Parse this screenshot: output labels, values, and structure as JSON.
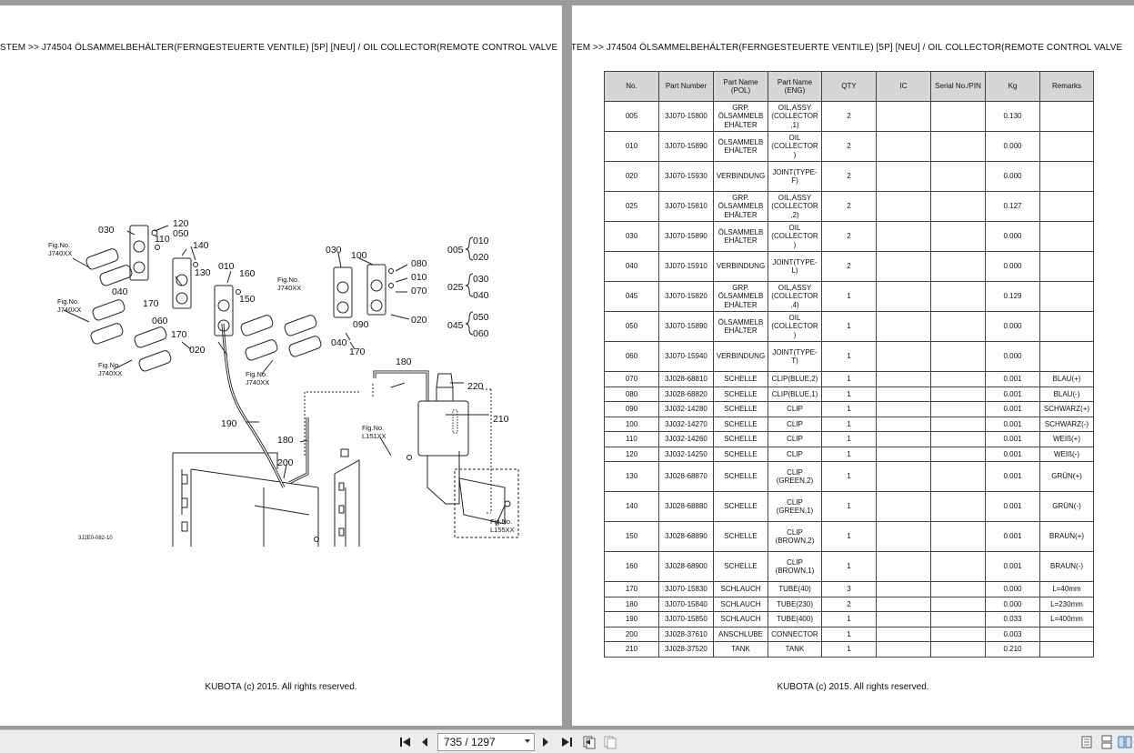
{
  "header_text": "STEM >> J74504   ÖLSAMMELBEHÄLTER(FERNGESTEUERTE VENTILE) [5P] [NEU] / OIL COLLECTOR(REMOTE CONTROL VALVE",
  "footer_text": "KUBOTA (c) 2015. All rights reserved.",
  "diagram": {
    "callouts": [
      "030",
      "120",
      "050",
      "110",
      "140",
      "130",
      "010",
      "160",
      "150",
      "040",
      "170",
      "060",
      "170",
      "020",
      "030",
      "100",
      "080",
      "010",
      "070",
      "090",
      "020",
      "040",
      "170",
      "180",
      "190",
      "180",
      "200",
      "220",
      "210"
    ],
    "group_labels": [
      {
        "main": "005",
        "subs": [
          "010",
          "020"
        ]
      },
      {
        "main": "025",
        "subs": [
          "030",
          "040"
        ]
      },
      {
        "main": "045",
        "subs": [
          "050",
          "060"
        ]
      }
    ],
    "fig_refs": [
      {
        "line1": "Fig.No.",
        "line2": "J740XX"
      },
      {
        "line1": "Fig.No.",
        "line2": "J740XX"
      },
      {
        "line1": "Fig.No.",
        "line2": "J740XX"
      },
      {
        "line1": "Fig.No.",
        "line2": "J740XX"
      },
      {
        "line1": "Fig.No.",
        "line2": "J740XX"
      },
      {
        "line1": "Fig.No.",
        "line2": "L151XX"
      },
      {
        "line1": "Fig.No.",
        "line2": "L155XX"
      }
    ],
    "drawing_code": "3J2E0-082-10"
  },
  "table": {
    "headers": [
      "No.",
      "Part Number",
      "Part Name (POL)",
      "Part Name (ENG)",
      "QTY",
      "IC",
      "Serial No./PIN",
      "Kg",
      "Remarks"
    ],
    "rows": [
      {
        "no": "005",
        "pn": "3J070-15800",
        "pol": "GRP. ÖLSAMMELB EHÄLTER",
        "eng": "OIL,ASSY (COLLECTOR ,1)",
        "qty": "2",
        "ic": "",
        "sn": "",
        "kg": "0.130",
        "rem": "",
        "tall": true
      },
      {
        "no": "010",
        "pn": "3J070-15890",
        "pol": "ÖLSAMMELB EHÄLTER",
        "eng": "OIL (COLLECTOR )",
        "qty": "2",
        "ic": "",
        "sn": "",
        "kg": "0.000",
        "rem": "",
        "tall": true
      },
      {
        "no": "020",
        "pn": "3J070-15930",
        "pol": "VERBINDUNG",
        "eng": "JOINT(TYPE- F)",
        "qty": "2",
        "ic": "",
        "sn": "",
        "kg": "0.000",
        "rem": "",
        "tall": true
      },
      {
        "no": "025",
        "pn": "3J070-15810",
        "pol": "GRP. ÖLSAMMELB EHÄLTER",
        "eng": "OIL,ASSY (COLLECTOR ,2)",
        "qty": "2",
        "ic": "",
        "sn": "",
        "kg": "0.127",
        "rem": "",
        "tall": true
      },
      {
        "no": "030",
        "pn": "3J070-15890",
        "pol": "ÖLSAMMELB EHÄLTER",
        "eng": "OIL (COLLECTOR )",
        "qty": "2",
        "ic": "",
        "sn": "",
        "kg": "0.000",
        "rem": "",
        "tall": true
      },
      {
        "no": "040",
        "pn": "3J070-15910",
        "pol": "VERBINDUNG",
        "eng": "JOINT(TYPE- L)",
        "qty": "2",
        "ic": "",
        "sn": "",
        "kg": "0.000",
        "rem": "",
        "tall": true
      },
      {
        "no": "045",
        "pn": "3J070-15820",
        "pol": "GRP. ÖLSAMMELB EHÄLTER",
        "eng": "OIL,ASSY (COLLECTOR ,4)",
        "qty": "1",
        "ic": "",
        "sn": "",
        "kg": "0.129",
        "rem": "",
        "tall": true
      },
      {
        "no": "050",
        "pn": "3J070-15890",
        "pol": "ÖLSAMMELB EHÄLTER",
        "eng": "OIL (COLLECTOR )",
        "qty": "1",
        "ic": "",
        "sn": "",
        "kg": "0.000",
        "rem": "",
        "tall": true
      },
      {
        "no": "060",
        "pn": "3J070-15940",
        "pol": "VERBINDUNG",
        "eng": "JOINT(TYPE- T)",
        "qty": "1",
        "ic": "",
        "sn": "",
        "kg": "0.000",
        "rem": "",
        "tall": true
      },
      {
        "no": "070",
        "pn": "3J028-68810",
        "pol": "SCHELLE",
        "eng": "CLIP(BLUE,2)",
        "qty": "1",
        "ic": "",
        "sn": "",
        "kg": "0.001",
        "rem": "BLAU(+)",
        "tall": false
      },
      {
        "no": "080",
        "pn": "3J028-68820",
        "pol": "SCHELLE",
        "eng": "CLIP(BLUE,1)",
        "qty": "1",
        "ic": "",
        "sn": "",
        "kg": "0.001",
        "rem": "BLAU(-)",
        "tall": false
      },
      {
        "no": "090",
        "pn": "3J032-14280",
        "pol": "SCHELLE",
        "eng": "CLIP",
        "qty": "1",
        "ic": "",
        "sn": "",
        "kg": "0.001",
        "rem": "SCHWARZ(+)",
        "tall": false
      },
      {
        "no": "100",
        "pn": "3J032-14270",
        "pol": "SCHELLE",
        "eng": "CLIP",
        "qty": "1",
        "ic": "",
        "sn": "",
        "kg": "0.001",
        "rem": "SCHWARZ(-)",
        "tall": false
      },
      {
        "no": "110",
        "pn": "3J032-14260",
        "pol": "SCHELLE",
        "eng": "CLIP",
        "qty": "1",
        "ic": "",
        "sn": "",
        "kg": "0.001",
        "rem": "WEIß(+)",
        "tall": false
      },
      {
        "no": "120",
        "pn": "3J032-14250",
        "pol": "SCHELLE",
        "eng": "CLIP",
        "qty": "1",
        "ic": "",
        "sn": "",
        "kg": "0.001",
        "rem": "WEIß(-)",
        "tall": false
      },
      {
        "no": "130",
        "pn": "3J028-68870",
        "pol": "SCHELLE",
        "eng": "CLIP (GREEN,2)",
        "qty": "1",
        "ic": "",
        "sn": "",
        "kg": "0.001",
        "rem": "GRÜN(+)",
        "tall": true
      },
      {
        "no": "140",
        "pn": "3J028-68880",
        "pol": "SCHELLE",
        "eng": "CLIP (GREEN,1)",
        "qty": "1",
        "ic": "",
        "sn": "",
        "kg": "0.001",
        "rem": "GRÜN(-)",
        "tall": true
      },
      {
        "no": "150",
        "pn": "3J028-68890",
        "pol": "SCHELLE",
        "eng": "CLIP (BROWN,2)",
        "qty": "1",
        "ic": "",
        "sn": "",
        "kg": "0.001",
        "rem": "BRAUN(+)",
        "tall": true
      },
      {
        "no": "160",
        "pn": "3J028-68900",
        "pol": "SCHELLE",
        "eng": "CLIP (BROWN,1)",
        "qty": "1",
        "ic": "",
        "sn": "",
        "kg": "0.001",
        "rem": "BRAUN(-)",
        "tall": true
      },
      {
        "no": "170",
        "pn": "3J070-15830",
        "pol": "SCHLAUCH",
        "eng": "TUBE(40)",
        "qty": "3",
        "ic": "",
        "sn": "",
        "kg": "0.000",
        "rem": "L=40mm",
        "tall": false
      },
      {
        "no": "180",
        "pn": "3J070-15840",
        "pol": "SCHLAUCH",
        "eng": "TUBE(230)",
        "qty": "2",
        "ic": "",
        "sn": "",
        "kg": "0.000",
        "rem": "L=230mm",
        "tall": false
      },
      {
        "no": "190",
        "pn": "3J070-15850",
        "pol": "SCHLAUCH",
        "eng": "TUBE(400)",
        "qty": "1",
        "ic": "",
        "sn": "",
        "kg": "0.033",
        "rem": "L=400mm",
        "tall": false
      },
      {
        "no": "200",
        "pn": "3J028-37610",
        "pol": "ANSCHLUBE",
        "eng": "CONNECTOR",
        "qty": "1",
        "ic": "",
        "sn": "",
        "kg": "0.003",
        "rem": "",
        "tall": false
      },
      {
        "no": "210",
        "pn": "3J028-37520",
        "pol": "TANK",
        "eng": "TANK",
        "qty": "1",
        "ic": "",
        "sn": "",
        "kg": "0.210",
        "rem": "",
        "tall": false
      }
    ]
  },
  "toolbar": {
    "page_indicator": "735 / 1297",
    "icons": [
      "first-page-icon",
      "prev-page-icon",
      "next-page-icon",
      "last-page-icon",
      "prev-view-icon",
      "next-view-icon",
      "single-page-icon",
      "continuous-icon",
      "facing-icon"
    ]
  }
}
